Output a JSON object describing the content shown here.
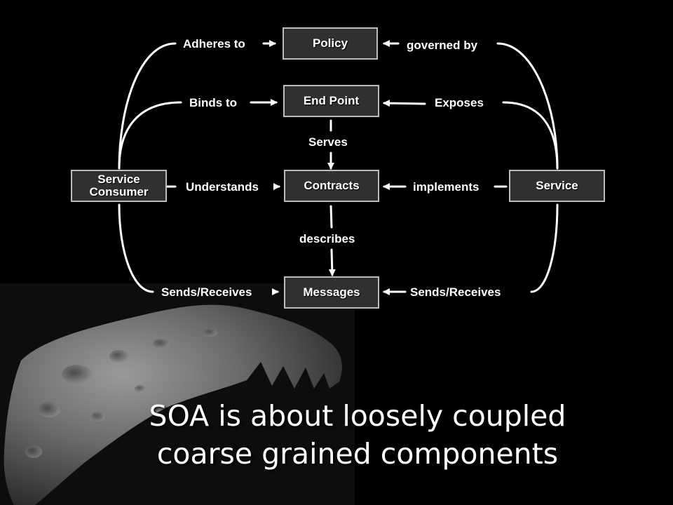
{
  "diagram": {
    "nodes": {
      "policy": "Policy",
      "end_point": "End Point",
      "contracts": "Contracts",
      "messages": "Messages",
      "service_consumer_line1": "Service",
      "service_consumer_line2": "Consumer",
      "service": "Service"
    },
    "edges": {
      "adheres_to": "Adheres to",
      "binds_to": "Binds to",
      "understands": "Understands",
      "sends_receives_left": "Sends/Receives",
      "governed_by": "governed by",
      "exposes": "Exposes",
      "implements": "implements",
      "sends_receives_right": "Sends/Receives",
      "serves": "Serves",
      "describes": "describes"
    }
  },
  "caption": {
    "line1": "SOA is about loosely coupled",
    "line2": "coarse grained components"
  },
  "colors": {
    "background": "#000000",
    "box_fill": "#303030",
    "box_border": "#bdbdbd",
    "text": "#ffffff",
    "connector": "#ffffff"
  },
  "image": {
    "subject": "asteroid photograph"
  }
}
